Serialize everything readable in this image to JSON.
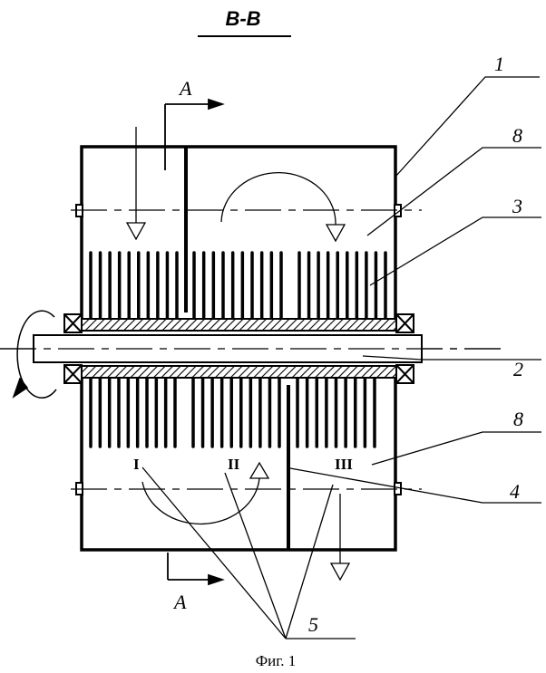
{
  "section_title": "B-B",
  "section_marks": {
    "top": "A",
    "bottom": "A"
  },
  "callouts": {
    "c1": "1",
    "c8_top": "8",
    "c3": "3",
    "c2": "2",
    "c8_bottom": "8",
    "c4": "4",
    "c5": "5"
  },
  "zones": {
    "z1": "I",
    "z2": "II",
    "z3": "III"
  },
  "caption": "Фиг. 1"
}
